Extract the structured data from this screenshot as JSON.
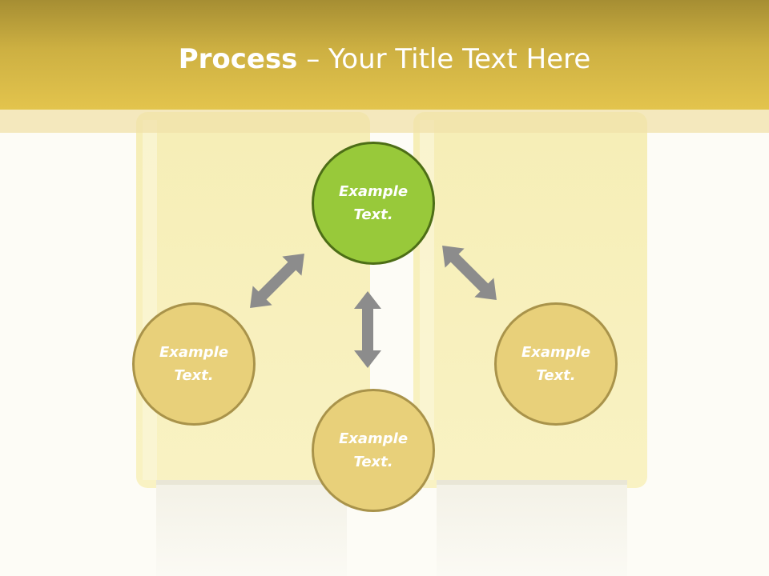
{
  "slide": {
    "title_strong": "Process",
    "title_light": " – Your Title Text Here"
  },
  "nodes": {
    "top": "Example\nText.",
    "left": "Example\nText.",
    "right": "Example\nText.",
    "bottom": "Example\nText."
  },
  "colors": {
    "header": "#cdb042",
    "node_green": "#98c93a",
    "node_gold": "#e8d07a",
    "arrow": "#8c8c8c"
  }
}
